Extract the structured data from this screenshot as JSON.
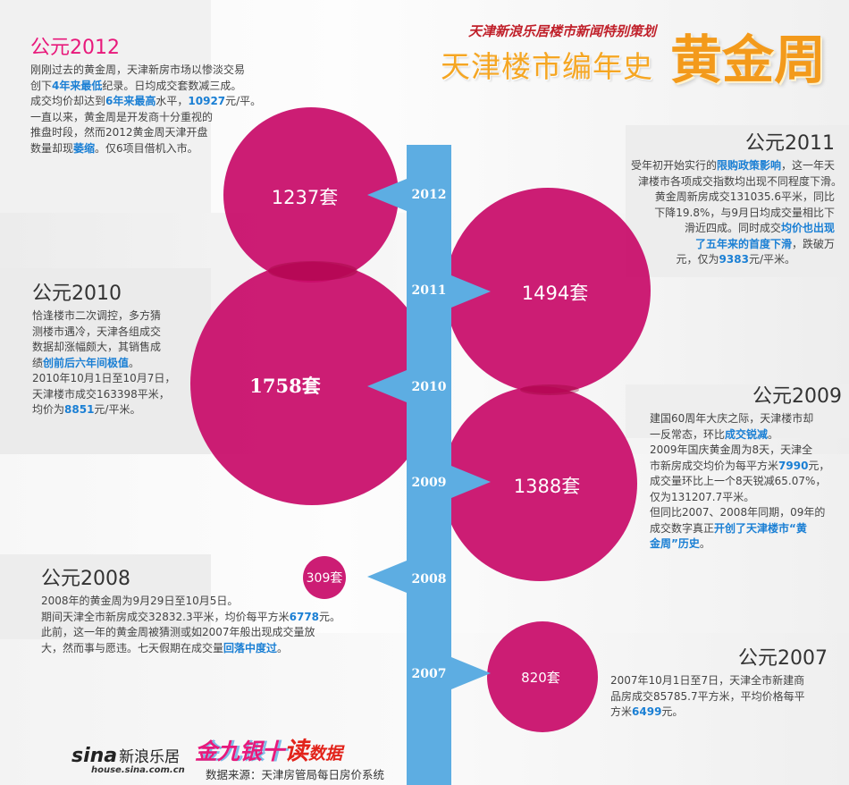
{
  "header": {
    "subtitle": "天津新浪乐居楼市新闻特别策划",
    "title": "天津楼市编年史",
    "title_highlight": "黄金周"
  },
  "timeline": [
    {
      "year": "2012",
      "heading": "公元2012",
      "units": "1237套"
    },
    {
      "year": "2011",
      "heading": "公元2011",
      "units": "1494套"
    },
    {
      "year": "2010",
      "heading": "公元2010",
      "units": "1758套"
    },
    {
      "year": "2009",
      "heading": "公元2009",
      "units": "1388套"
    },
    {
      "year": "2008",
      "heading": "公元2008",
      "units": "309套"
    },
    {
      "year": "2007",
      "heading": "公元2007",
      "units": "820套"
    }
  ],
  "texts": {
    "y2012": {
      "l1": "刚刚过去的黄金周，天津新房市场以惨淡交易",
      "l2a": "创下",
      "l2b": "4年来最低",
      "l2c": "纪录。日均成交套数减三成。",
      "l3a": "成交均价却达到",
      "l3b": "6年来最高",
      "l3c": "水平，",
      "l3d": "10927",
      "l3e": "元/平。",
      "l4": "一直以来，黄金周是开发商十分重视的",
      "l5": "推盘时段，然而2012黄金周天津开盘",
      "l6a": "数量却现",
      "l6b": "萎缩",
      "l6c": "。仅6项目借机入市。"
    },
    "y2011": {
      "l1a": "受年初开始实行的",
      "l1b": "限购政策影响",
      "l1c": "，这一年天",
      "l2": "津楼市各项成交指数均出现不同程度下滑。",
      "l3": "黄金周新房成交131035.6平米，同比",
      "l4": "下降19.8%，与9月日均成交量相比下",
      "l5a": "滑近四成。同时成交",
      "l5b": "均价也出现",
      "l6a": "了五年来的首度下滑",
      "l6b": "，跌破万",
      "l7a": "元，仅为",
      "l7b": "9383",
      "l7c": "元/平米。"
    },
    "y2010": {
      "l1": "恰逢楼市二次调控，多方猜",
      "l2": "测楼市遇冷，天津各组成交",
      "l3": "数据却涨幅颇大，其销售成",
      "l4a": "绩",
      "l4b": "创前后六年间极值",
      "l4c": "。",
      "l5": "2010年10月1日至10月7日，",
      "l6": "天津楼市成交163398平米，",
      "l7a": "均价为",
      "l7b": "8851",
      "l7c": "元/平米。"
    },
    "y2009": {
      "l1": "建国60周年大庆之际，天津楼市却",
      "l2a": "一反常态，环比",
      "l2b": "成交锐减",
      "l2c": "。",
      "l3": "2009年国庆黄金周为8天，天津全",
      "l4a": "市新房成交均价为每平方米",
      "l4b": "7990",
      "l4c": "元，",
      "l5": "成交量环比上一个8天锐减65.07%，",
      "l6": "仅为131207.7平米。",
      "l7": "但同比2007、2008年同期，09年的",
      "l8a": "成交数字真正",
      "l8b": "开创了天津楼市“黄",
      "l9a": "金周”历史",
      "l9b": "。"
    },
    "y2008": {
      "l1": "2008年的黄金周为9月29日至10月5日。",
      "l2a": "期间天津全市新房成交32832.3平米，均价每平方米",
      "l2b": "6778",
      "l2c": "元。",
      "l3": "此前，这一年的黄金周被猜测或如2007年般出现成交量放",
      "l4a": "大，然而事与愿违。七天假期在成交量",
      "l4b": "回落中度过",
      "l4c": "。"
    },
    "y2007": {
      "l1": "2007年10月1日至7日，天津全市新建商",
      "l2": "品房成交85785.7平方米，平均价格每平",
      "l3a": "方米",
      "l3b": "6499",
      "l3c": "元。"
    }
  },
  "footer": {
    "sina_logo": "sina",
    "sina_name": "新浪乐居",
    "sina_url": "house.sina.com.cn",
    "brand_part1": "金九银十",
    "brand_part2": "读",
    "brand_part3": "数据",
    "source": "数据来源：天津房管局每日房价系统"
  },
  "colors": {
    "circle": "#c80c69",
    "axis": "#5dade2",
    "highlight": "#1a7fd4",
    "title_orange": "#f39a1b",
    "heading_pink": "#e8197b"
  }
}
